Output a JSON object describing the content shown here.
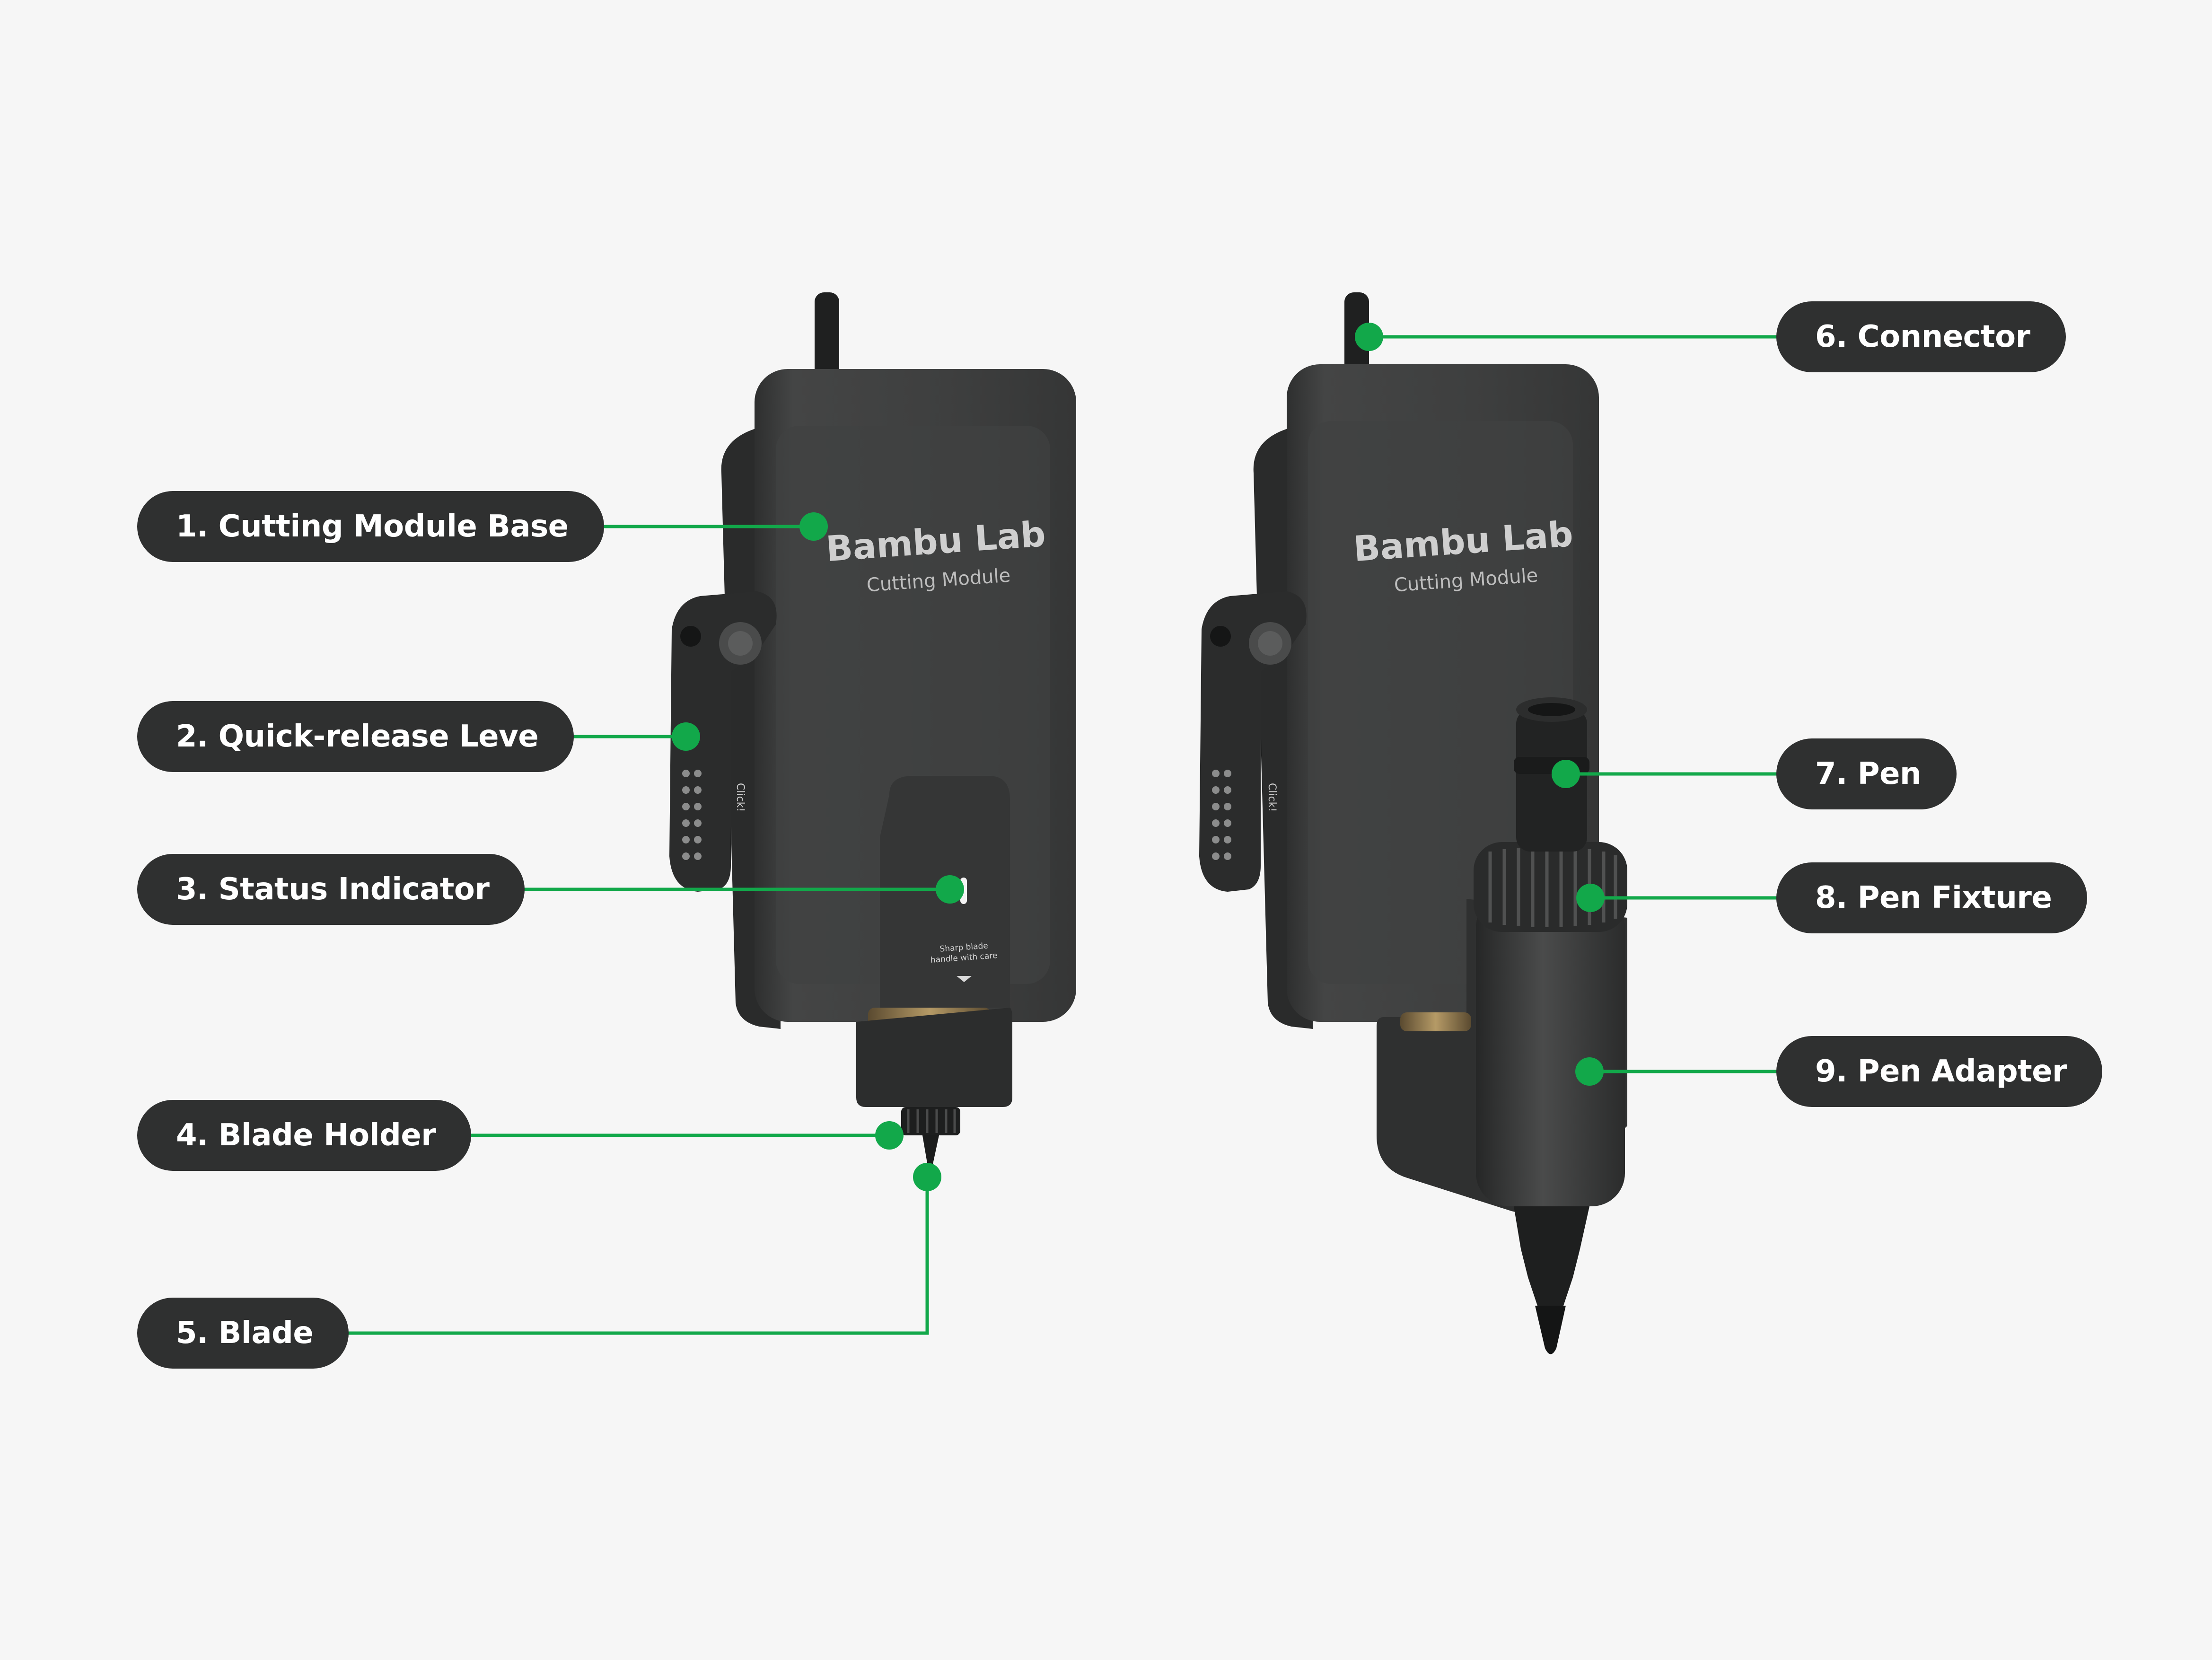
{
  "labels": [
    {
      "id": "cutting-module-base",
      "text": "1. Cutting Module Base"
    },
    {
      "id": "quick-release-lever",
      "text": "2. Quick-release Leve"
    },
    {
      "id": "status-indicator",
      "text": "3. Status Indicator"
    },
    {
      "id": "blade-holder",
      "text": "4. Blade Holder"
    },
    {
      "id": "blade",
      "text": "5. Blade"
    },
    {
      "id": "connector",
      "text": "6. Connector"
    },
    {
      "id": "pen",
      "text": "7. Pen"
    },
    {
      "id": "pen-fixture",
      "text": "8. Pen Fixture"
    },
    {
      "id": "pen-adapter",
      "text": "9. Pen Adapter"
    }
  ],
  "device": {
    "brand": "Bambu Lab",
    "product": "Cutting Module",
    "click_text": "Click!",
    "warning_line1": "Sharp blade",
    "warning_line2": "handle with care"
  },
  "colors": {
    "background": "#f6f6f6",
    "label_fill": "#2f3030",
    "label_text": "#ffffff",
    "leader": "#12a84a",
    "body": "#3d3e3e"
  }
}
